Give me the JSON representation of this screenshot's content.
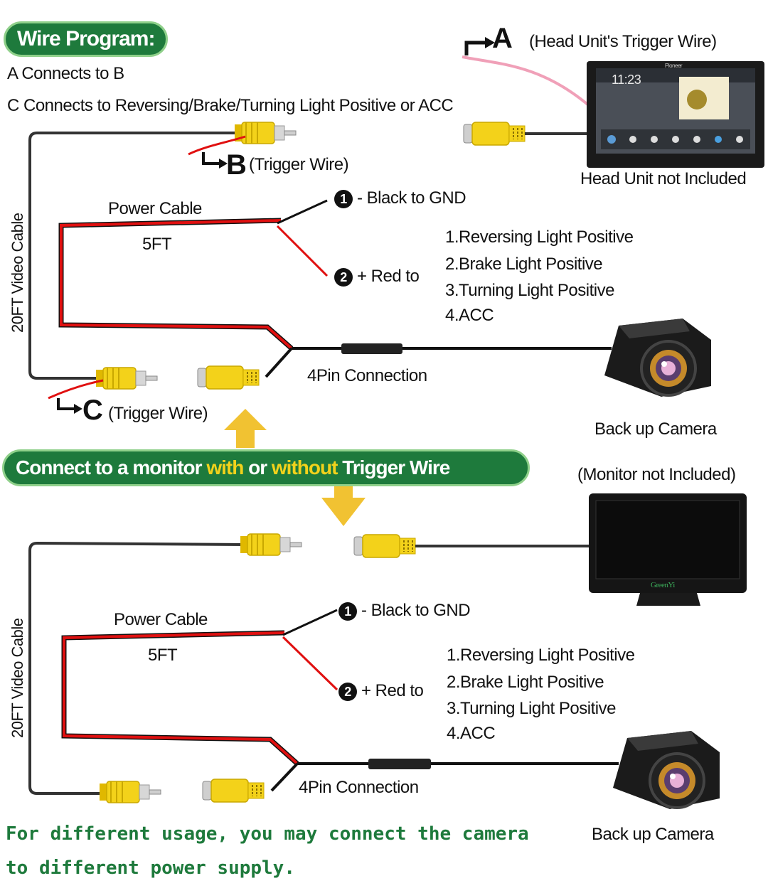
{
  "top": {
    "program_label": "Wire Program:",
    "rule_1": "A Connects to B",
    "rule_2": "C Connects to Reversing/Brake/Turning Light Positive or ACC",
    "a_letter": "A",
    "a_desc": "(Head Unit's Trigger Wire)",
    "head_unit_note": "Head Unit not Included",
    "b_letter": "B",
    "b_desc": "(Trigger Wire)",
    "c_letter": "C",
    "c_desc": "(Trigger Wire)",
    "video_cable": "20FT Video Cable",
    "power_cable": "Power Cable",
    "length": "5FT",
    "black_num": "1",
    "black_text": "- Black to GND",
    "red_num": "2",
    "red_text": "+ Red to",
    "options": [
      "1.Reversing Light Positive",
      "2.Brake Light Positive",
      "3.Turning Light Positive",
      "4.ACC"
    ],
    "pin_conn": "4Pin Connection",
    "camera": "Back up Camera",
    "screen_time": "11:23",
    "screen_brand": "Pioneer"
  },
  "middle": {
    "banner_1": "Connect to a monitor ",
    "banner_with": "with",
    "banner_or": " or ",
    "banner_without": "without",
    "banner_2": " Trigger Wire",
    "monitor_note": "(Monitor not Included)",
    "monitor_brand": "GreenYi"
  },
  "bottom": {
    "video_cable": "20FT Video Cable",
    "power_cable": "Power Cable",
    "length": "5FT",
    "black_num": "1",
    "black_text": "- Black to GND",
    "red_num": "2",
    "red_text": "+ Red to",
    "options": [
      "1.Reversing Light Positive",
      "2.Brake Light Positive",
      "3.Turning Light Positive",
      "4.ACC"
    ],
    "pin_conn": "4Pin Connection",
    "camera": "Back up Camera",
    "footer_1": "For different usage, you may connect the camera",
    "footer_2": "to different power supply."
  },
  "colors": {
    "green": "#1e7a3c",
    "yellow_text": "#f2d21b",
    "rca_yellow": "#f3d21a",
    "arrow_yellow": "#f1c232",
    "red_wire": "#e01010",
    "pink_wire": "#f0a0b8"
  }
}
